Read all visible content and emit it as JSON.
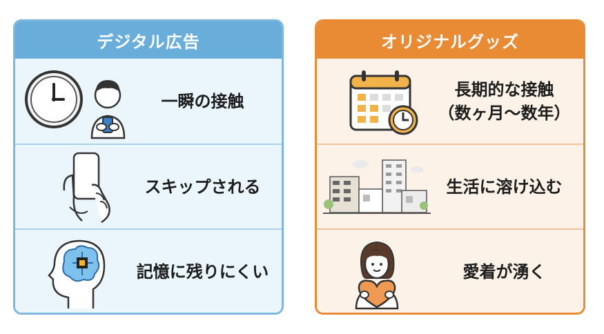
{
  "colors": {
    "digital_accent": "#69aedb",
    "original_accent": "#e98a34"
  },
  "digital": {
    "title": "デジタル広告",
    "rows": [
      {
        "icon": "clock-and-phone-user-icon",
        "text": "一瞬の接触"
      },
      {
        "icon": "hand-swiping-phone-icon",
        "text": "スキップされる"
      },
      {
        "icon": "brain-chip-head-icon",
        "text": "記憶に残りにくい"
      }
    ]
  },
  "original": {
    "title": "オリジナルグッズ",
    "rows": [
      {
        "icon": "calendar-clock-icon",
        "text": "長期的な接触\n（数ヶ月〜数年）"
      },
      {
        "icon": "city-buildings-icon",
        "text": "生活に溶け込む"
      },
      {
        "icon": "woman-holding-heart-icon",
        "text": "愛着が湧く"
      }
    ]
  }
}
